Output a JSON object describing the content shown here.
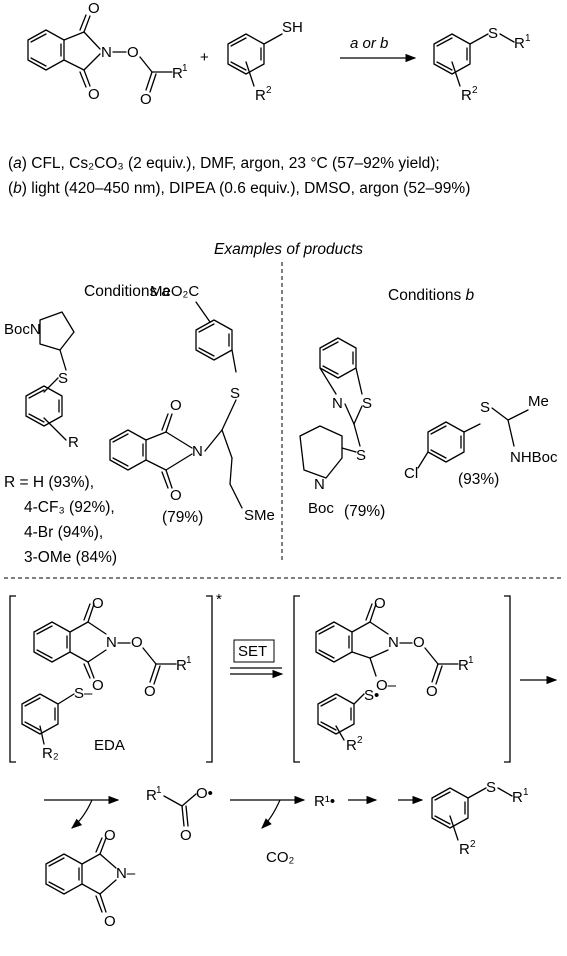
{
  "reaction": {
    "arrow_label": "a or b",
    "conditions_a_tag": "a",
    "conditions_a_text": " CFL, Cs₂CO₃ (2 equiv.), DMF, argon, 23 °C (57–92% yield);",
    "conditions_b_tag": "b",
    "conditions_b_text": " light (420–450 nm), DIPEA (0.6 equiv.), DMSO, argon (52–99%)",
    "reagent_labels": {
      "O": "O",
      "N": "N",
      "SH": "SH",
      "S": "S",
      "R": "R",
      "one": "1",
      "two": "2",
      "plus": "+"
    }
  },
  "examples": {
    "heading": "Examples of products",
    "conditions_a_heading": "Conditions ",
    "conditions_a_letter": "a",
    "conditions_b_heading": "Conditions ",
    "conditions_b_letter": "b",
    "boc_n": "BocN",
    "r_list": [
      "R = H (93%),",
      "4-CF₃ (92%),",
      "4-Br (94%),",
      "3-OMe (84%)"
    ],
    "meo2c": "MeO₂C",
    "sme": "SMe",
    "yield_a2": "(79%)",
    "yield_b1": "(79%)",
    "yield_b2": "(93%)",
    "boc": "Boc",
    "cl": "Cl",
    "me": "Me",
    "nhboc": "NHBoc",
    "benzothiazole_n": "N",
    "benzothiazole_s": "S"
  },
  "mechanism": {
    "set_label": "SET",
    "eda_label": "EDA",
    "excited_mark": "*",
    "s_anion": "S–",
    "s_radical": "S•",
    "o_anion": "O–",
    "r2_sub": "R₂",
    "carboxyl_radical": "O•",
    "r1_radical": "R¹•",
    "co2": "CO₂",
    "n_anion": "N–"
  }
}
